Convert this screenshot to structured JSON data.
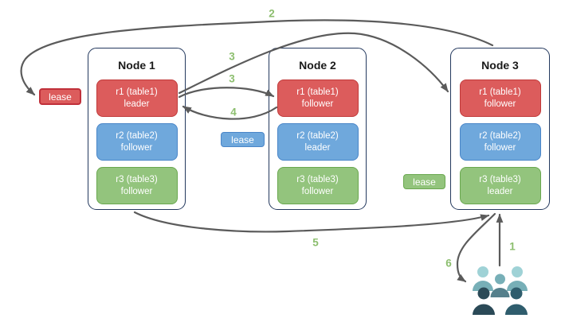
{
  "nodes": [
    {
      "title": "Node 1",
      "replicas": [
        {
          "name": "r1 (table1)",
          "role": "leader",
          "color": "red"
        },
        {
          "name": "r2 (table2)",
          "role": "follower",
          "color": "blue"
        },
        {
          "name": "r3 (table3)",
          "role": "follower",
          "color": "green"
        }
      ]
    },
    {
      "title": "Node 2",
      "replicas": [
        {
          "name": "r1 (table1)",
          "role": "follower",
          "color": "red"
        },
        {
          "name": "r2 (table2)",
          "role": "leader",
          "color": "blue"
        },
        {
          "name": "r3 (table3)",
          "role": "follower",
          "color": "green"
        }
      ]
    },
    {
      "title": "Node 3",
      "replicas": [
        {
          "name": "r1 (table1)",
          "role": "follower",
          "color": "red"
        },
        {
          "name": "r2 (table2)",
          "role": "follower",
          "color": "blue"
        },
        {
          "name": "r3 (table3)",
          "role": "leader",
          "color": "green"
        }
      ]
    }
  ],
  "leases": [
    {
      "label": "lease",
      "color": "red"
    },
    {
      "label": "lease",
      "color": "blue"
    },
    {
      "label": "lease",
      "color": "green"
    }
  ],
  "step_labels": [
    "1",
    "2",
    "3",
    "3",
    "4",
    "5",
    "6"
  ],
  "icons": {
    "users_group": "users-icon"
  },
  "colors": {
    "replica_red": "#DC5C5C",
    "replica_red_border": "#C03A3A",
    "replica_blue": "#6FA8DC",
    "replica_blue_border": "#4A86C8",
    "replica_green": "#93C47D",
    "replica_green_border": "#6AA84F",
    "node_border": "#24395E",
    "arrow": "#5B5B5B",
    "step_label": "#8CBE6E",
    "users_head_light": "#9FD2D6",
    "users_body_medium": "#77AFB7",
    "users_body_slate": "#55808C",
    "users_dark_navy": "#2B4A57",
    "users_dark_teal": "#2F5D6D"
  }
}
